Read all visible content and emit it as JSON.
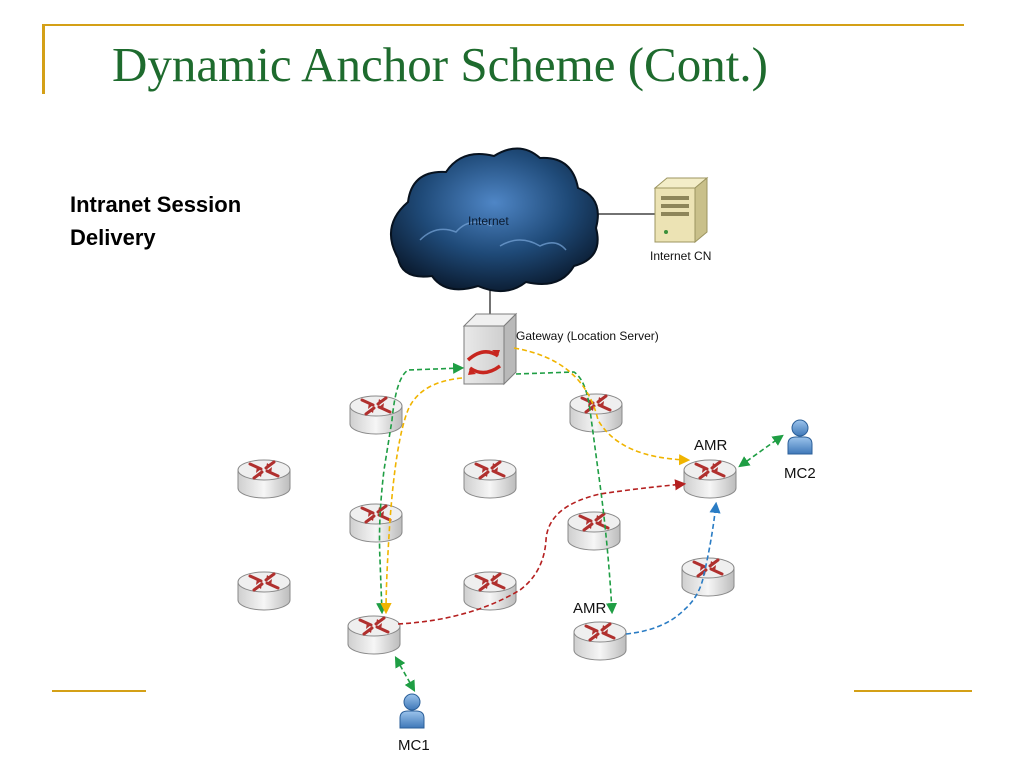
{
  "slide": {
    "title": "Dynamic Anchor Scheme (Cont.)",
    "subtitle_line1": "Intranet Session",
    "subtitle_line2": "Delivery"
  },
  "diagram": {
    "cloud_label": "Internet",
    "server_label": "Internet CN",
    "gateway_label": "Gateway (Location Server)",
    "amr_label_right": "AMR",
    "amr_label_bottom": "AMR",
    "mc1_label": "MC1",
    "mc2_label": "MC2"
  },
  "colors": {
    "title": "#1e6b2e",
    "accent_rule": "#d4a017",
    "path_green": "#1f9e44",
    "path_yellow": "#f0b400",
    "path_red": "#b52020",
    "path_blue": "#2a7cc4",
    "router_arrows": "#b0302e"
  }
}
